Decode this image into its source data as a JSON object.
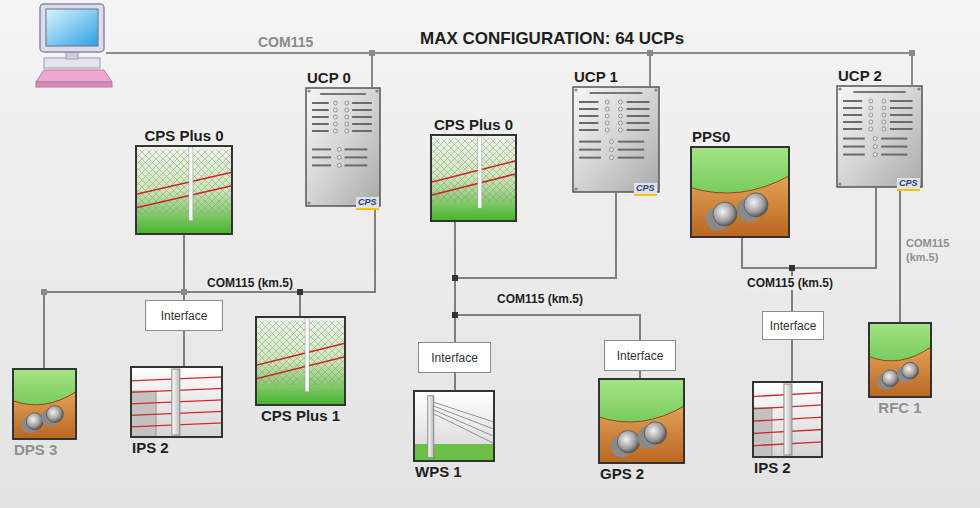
{
  "diagram": {
    "title": "MAX CONFIGURATION: 64 UCPs",
    "nodes": [
      {
        "text": [
          "UCP 0"
        ]
      },
      {
        "text": [
          "UCP 1"
        ]
      },
      {
        "text": [
          "UCP 2"
        ]
      },
      {
        "text": [
          "CPS Plus 0"
        ]
      },
      {
        "text": [
          "CPS Plus 0"
        ]
      },
      {
        "text": [
          "PPS0"
        ]
      },
      {
        "text": [
          "Interface"
        ]
      },
      {
        "text": [
          "CPS Plus 1"
        ]
      },
      {
        "text": [
          "Interface"
        ]
      },
      {
        "text": [
          "Interface"
        ]
      },
      {
        "text": [
          "Interface"
        ]
      },
      {
        "text": [
          "RFC 1"
        ]
      },
      {
        "text": [
          "DPS 3"
        ]
      },
      {
        "text": [
          "IPS 2"
        ]
      },
      {
        "text": [
          "WPS 1"
        ]
      },
      {
        "text": [
          "GPS 2"
        ]
      },
      {
        "text": [
          "IPS 2"
        ]
      }
    ],
    "edges": [
      {
        "from": 0,
        "to": 3,
        "arrow": "none"
      },
      {
        "from": 0,
        "to": 12,
        "arrow": "none"
      },
      {
        "from": 0,
        "to": 6,
        "arrow": "none"
      },
      {
        "from": 0,
        "to": 7,
        "arrow": "none"
      },
      {
        "from": 6,
        "to": 13,
        "arrow": "none"
      },
      {
        "from": 1,
        "to": 4,
        "arrow": "none"
      },
      {
        "from": 1,
        "to": 8,
        "arrow": "none"
      },
      {
        "from": 1,
        "to": 9,
        "arrow": "none"
      },
      {
        "from": 8,
        "to": 14,
        "arrow": "none"
      },
      {
        "from": 9,
        "to": 15,
        "arrow": "none"
      },
      {
        "from": 2,
        "to": 5,
        "arrow": "none"
      },
      {
        "from": 2,
        "to": 10,
        "arrow": "none"
      },
      {
        "from": 10,
        "to": 16,
        "arrow": "none"
      },
      {
        "from": 2,
        "to": 11,
        "label": "COM115 (km.5)",
        "arrow": "none"
      }
    ],
    "labels": [
      "COM115",
      "COM115 (km.5)",
      "COM115 (km.5)",
      "COM115 (km.5)",
      "CPS",
      "CPS",
      "CPS"
    ]
  }
}
